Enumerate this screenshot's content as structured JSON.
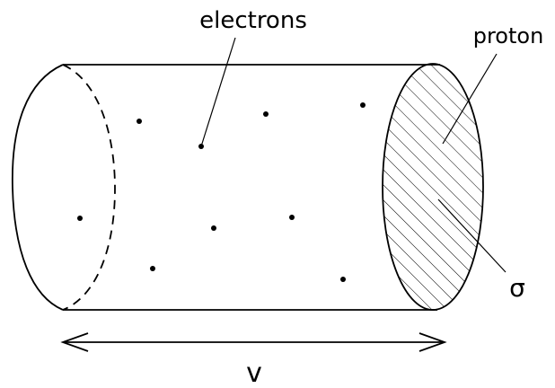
{
  "diagram": {
    "labels": {
      "electrons": "electrons",
      "proton": "proton",
      "sigma": "σ",
      "velocity": "v"
    },
    "electron_count": 9,
    "colors": {
      "stroke": "#000000",
      "background": "#ffffff"
    }
  }
}
